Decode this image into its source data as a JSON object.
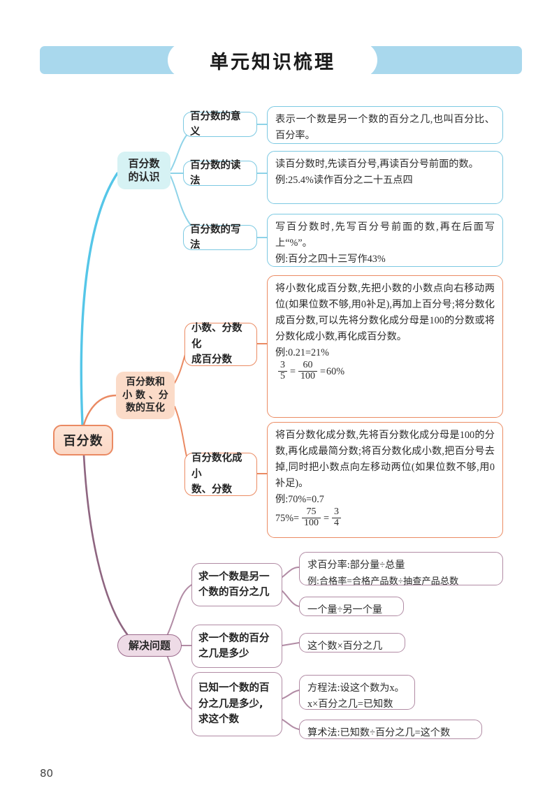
{
  "page": {
    "header_title": "单元知识梳理",
    "page_number": "80",
    "colors": {
      "banner": "#a9d8ed",
      "branch_blue": "#7cc9e2",
      "branch_orange": "#eb8b63",
      "branch_purple": "#9b6a8c",
      "root_fill": "#fbd8c6"
    }
  },
  "mindmap": {
    "root": {
      "label": "百分数"
    },
    "branches": [
      {
        "label": "百分数\n的认识",
        "color": "blue",
        "topics": [
          {
            "label": "百分数的意义",
            "detail_lines": [
              "表示一个数是另一个数的百分之几,也叫百分比、百分率。"
            ]
          },
          {
            "label": "百分数的读法",
            "detail_lines": [
              "读百分数时,先读百分号,再读百分号前面的数。",
              "例:25.4%读作百分之二十五点四"
            ]
          },
          {
            "label": "百分数的写法",
            "detail_lines": [
              "写百分数时,先写百分号前面的数,再在后面写上“%”。",
              "例:百分之四十三写作43%"
            ]
          }
        ]
      },
      {
        "label": "百分数和\n小 数 、分\n数的互化",
        "color": "orange",
        "topics": [
          {
            "label": "小数、分数化\n成百分数",
            "detail_lines": [
              "将小数化成百分数,先把小数的小数点向右移动两位(如果位数不够,用0补足),再加上百分号;将分数化成百分数,可以先将分数化成分母是100的分数或将分数化成小数,再化成百分数。",
              "例:0.21=21%"
            ],
            "fraction_line": {
              "left_num": "3",
              "left_den": "5",
              "mid_num": "60",
              "mid_den": "100",
              "result": "60%",
              "prefix": ""
            }
          },
          {
            "label": "百分数化成小\n数、分数",
            "detail_lines": [
              "将百分数化成分数,先将百分数化成分母是100的分数,再化成最简分数;将百分数化成小数,把百分号去掉,同时把小数点向左移动两位(如果位数不够,用0补足)。",
              "例:70%=0.7"
            ],
            "fraction_line": {
              "prefix": "75%=",
              "left_num": "75",
              "left_den": "100",
              "mid_num": "3",
              "mid_den": "4",
              "result": ""
            }
          }
        ]
      },
      {
        "label": "解决问题",
        "color": "purple",
        "topics": [
          {
            "label": "求一个数是另一\n个数的百分之几",
            "details": [
              {
                "lines": [
                  "求百分率:部分量÷总量",
                  "例:合格率=合格产品数÷抽查产品总数"
                ]
              },
              {
                "lines": [
                  "一个量÷另一个量"
                ]
              }
            ]
          },
          {
            "label": "求一个数的百分\n之几是多少",
            "details": [
              {
                "lines": [
                  "这个数×百分之几"
                ]
              }
            ]
          },
          {
            "label": "已知一个数的百\n分之几是多少,\n求这个数",
            "details": [
              {
                "lines": [
                  "方程法:设这个数为x。",
                  "x×百分之几=已知数"
                ]
              },
              {
                "lines": [
                  "算术法:已知数÷百分之几=这个数"
                ]
              }
            ]
          }
        ]
      }
    ]
  }
}
